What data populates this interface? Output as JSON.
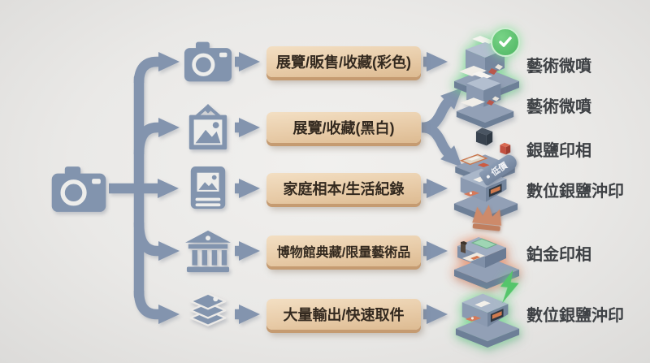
{
  "diagram": {
    "title": "photo-printing decision flowchart",
    "language": "zh-Hant",
    "root": {
      "icon": "camera-icon"
    },
    "rows": [
      {
        "icon": "camera-icon",
        "label": "展覽/販售/收藏(彩色)",
        "outputs": [
          {
            "name": "藝術微噴",
            "badge": "check-badge",
            "glow": "green",
            "printer": "inkjet"
          }
        ]
      },
      {
        "icon": "framed-photo-icon",
        "label": "展覽/收藏(黑白)",
        "outputs": [
          {
            "name": "藝術微噴",
            "badge": "",
            "glow": "",
            "printer": "inkjet"
          },
          {
            "name": "銀鹽印相",
            "badge": "",
            "glow": "",
            "printer": "darkroom"
          }
        ]
      },
      {
        "icon": "photo-album-icon",
        "label": "家庭相本/生活紀錄",
        "outputs": [
          {
            "name": "數位銀鹽沖印",
            "badge": "ribbon-tag",
            "badge_text": "低價",
            "glow": "",
            "printer": "minilab"
          }
        ]
      },
      {
        "icon": "museum-icon",
        "label": "博物館典藏/限量藝術品",
        "outputs": [
          {
            "name": "鉑金印相",
            "badge": "crown-badge",
            "glow": "orange",
            "printer": "flatbed"
          }
        ]
      },
      {
        "icon": "photo-stack-icon",
        "label": "大量輸出/快速取件",
        "outputs": [
          {
            "name": "數位銀鹽沖印",
            "badge": "lightning-badge",
            "glow": "green",
            "printer": "minilab"
          }
        ]
      }
    ],
    "palette": {
      "background": "#eae9e7",
      "branch_blue": "#8394ae",
      "box_tan": "#e7caa6",
      "box_text": "#33291f",
      "output_text": "#3e4145",
      "check_green": "#4eb562",
      "glow_green": "#7fe394",
      "glow_orange": "#f3966e",
      "crown_bronze": "#cd8a6a",
      "ribbon_blue": "#7e90aa"
    }
  }
}
